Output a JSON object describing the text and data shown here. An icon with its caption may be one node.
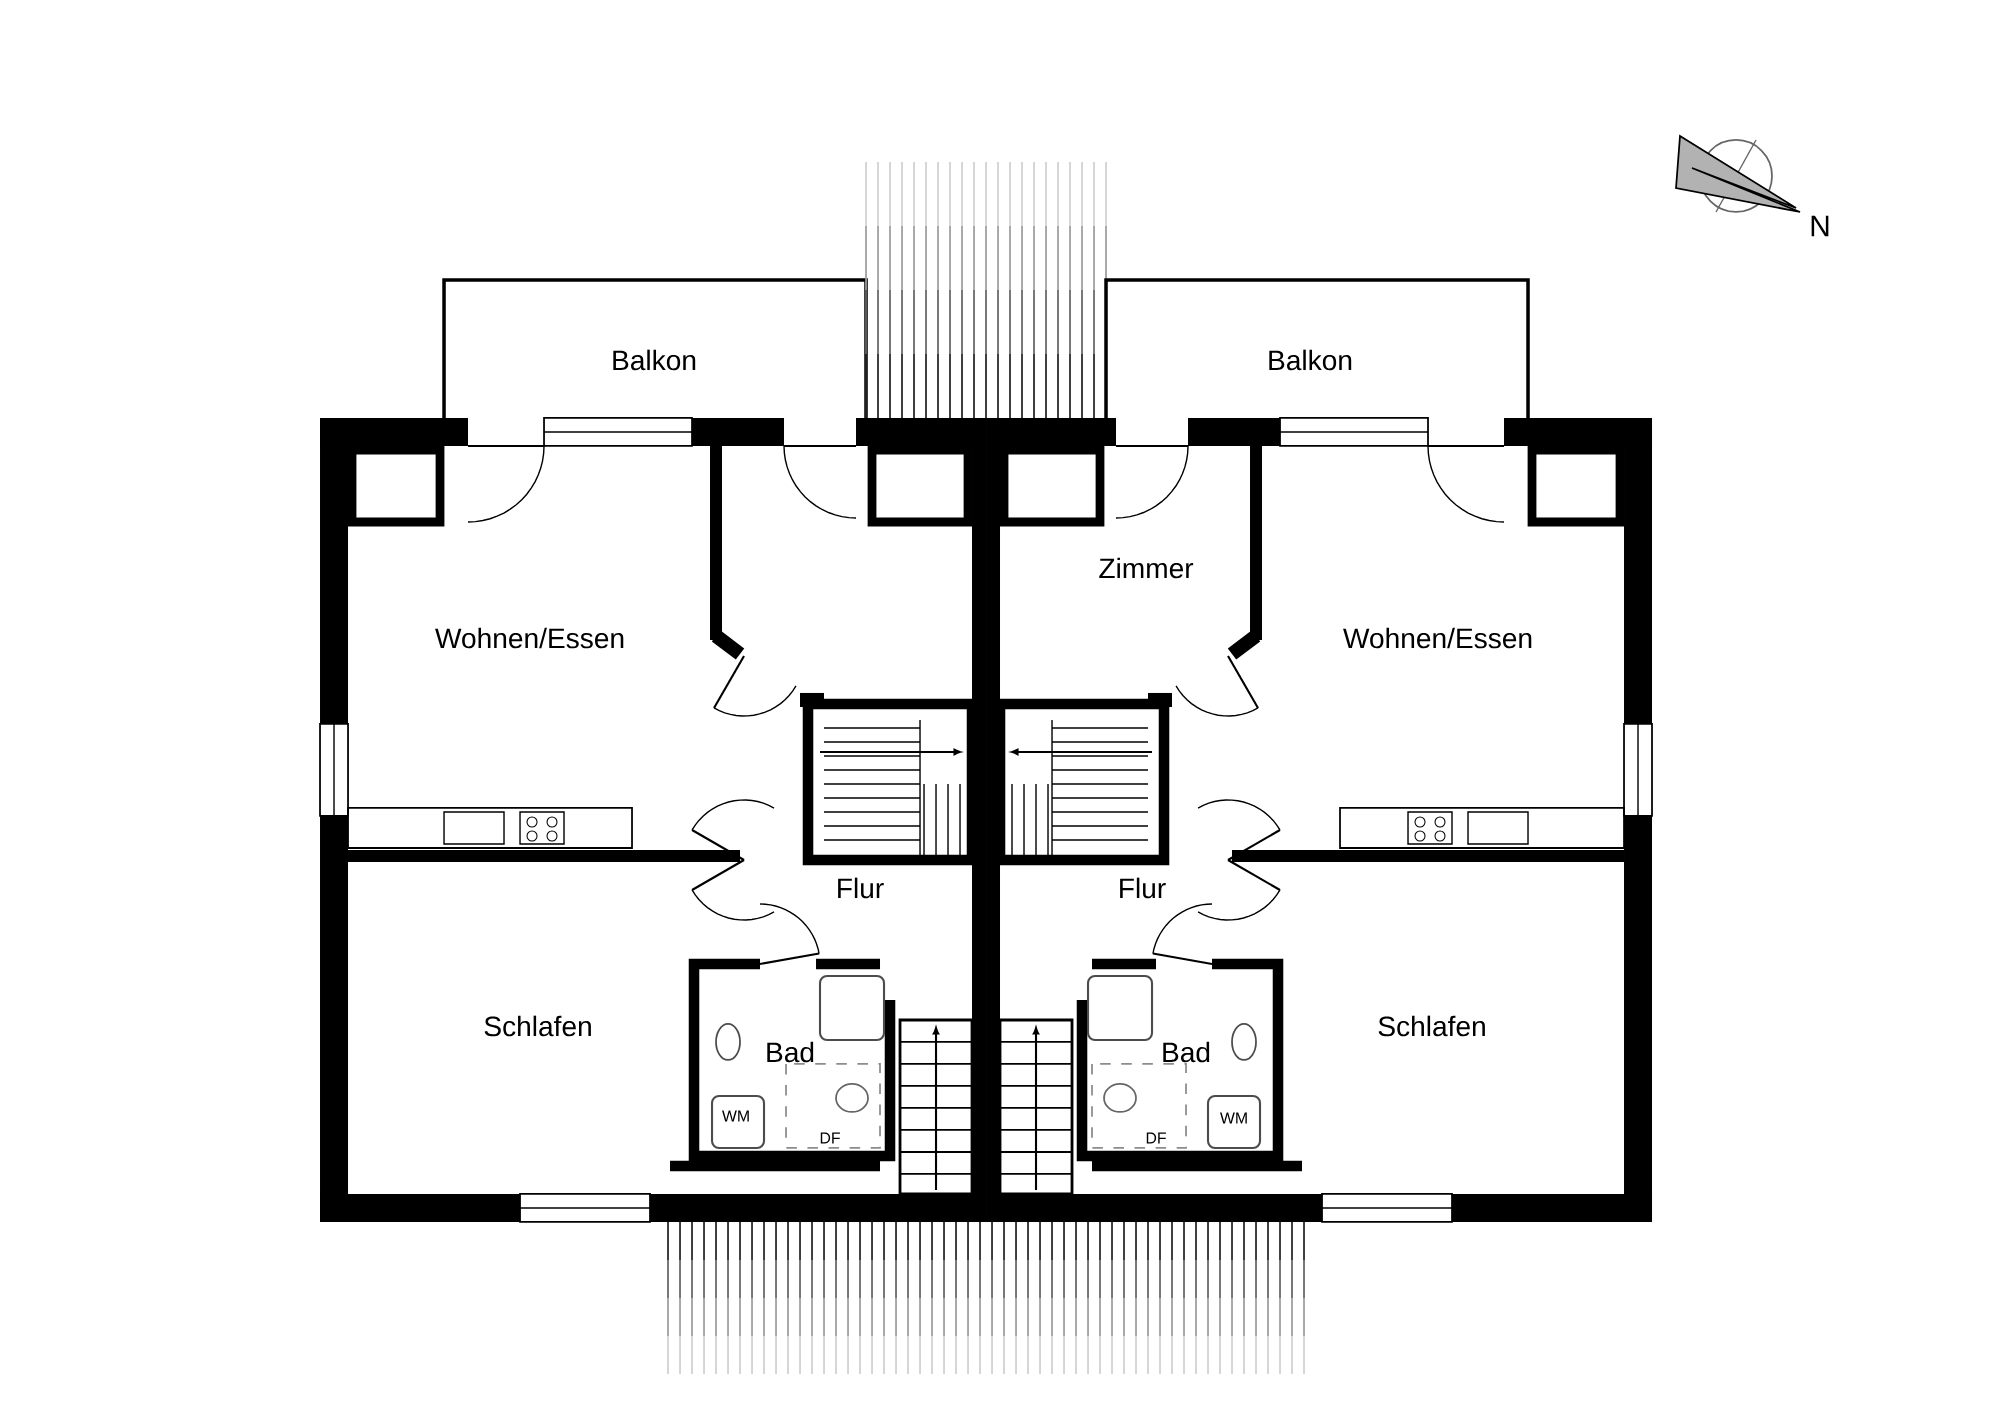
{
  "diagram": {
    "labels": [
      "N",
      "Balkon",
      "Balkon",
      "Zimmer",
      "Wohnen/Essen",
      "Wohnen/Essen",
      "Flur",
      "Flur",
      "Schlafen",
      "Schlafen",
      "Bad",
      "Bad",
      "WM",
      "WM",
      "DF",
      "DF"
    ]
  }
}
